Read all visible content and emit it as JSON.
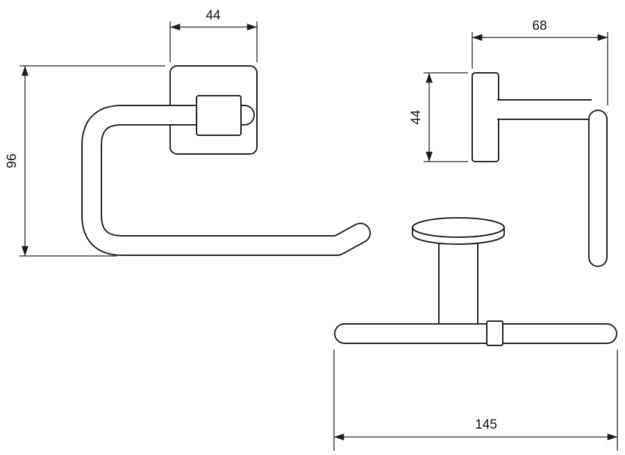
{
  "drawing": {
    "background": "#ffffff",
    "line_color": "#1c1c1c",
    "text_color": "#111111"
  },
  "dimensions": {
    "front_plate_width": {
      "value": "44"
    },
    "front_overall_height": {
      "value": "96"
    },
    "side_depth": {
      "value": "68"
    },
    "side_plate_height": {
      "value": "44"
    },
    "bar_length": {
      "value": "145"
    }
  }
}
